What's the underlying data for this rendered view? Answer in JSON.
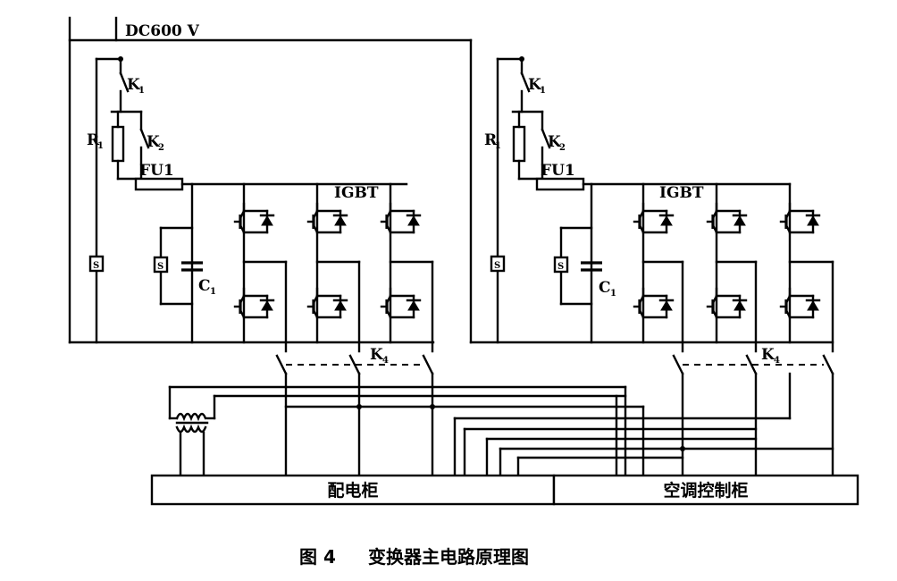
{
  "labels": {
    "dc_supply": "DC600 V",
    "k1_left": "K",
    "k1_left_sub": "1",
    "k2_left": "K",
    "k2_left_sub": "2",
    "r_left": "R",
    "r_left_sub": "1",
    "fu_left": "FU1",
    "igbt_left": "IGBT",
    "s_left_a": "S",
    "s_left_b": "S",
    "c_left": "C",
    "c_left_sub": "1",
    "k4_left": "K",
    "k4_left_sub": "4",
    "k1_right": "K",
    "k1_right_sub": "1",
    "k2_right": "K",
    "k2_right_sub": "2",
    "r_right": "R",
    "r_right_sub": "1",
    "fu_right": "FU1",
    "igbt_right": "IGBT",
    "s_right_a": "S",
    "s_right_b": "S",
    "c_right": "C",
    "c_right_sub": "1",
    "k4_right": "K",
    "k4_right_sub": "4"
  },
  "cabinets": {
    "power_distribution": "配电柜",
    "ac_control": "空调控制柜"
  },
  "caption": {
    "figure_number": "图 4",
    "title": "变换器主电路原理图"
  }
}
